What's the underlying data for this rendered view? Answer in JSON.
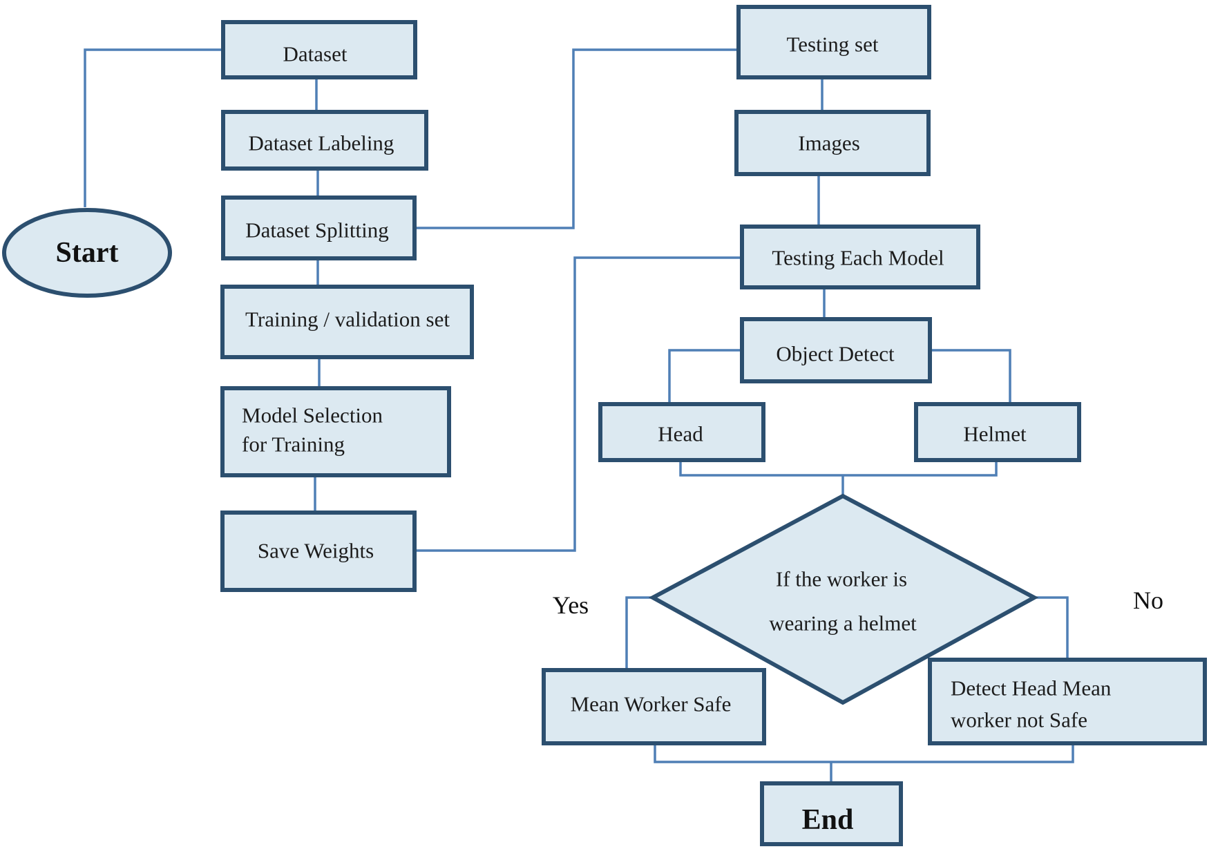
{
  "nodes": {
    "start": "Start",
    "dataset": "Dataset",
    "labeling": "Dataset Labeling",
    "splitting": "Dataset Splitting",
    "training_set": "Training / validation set",
    "model_selection": [
      "Model Selection",
      "for Training"
    ],
    "save_weights": "Save Weights",
    "testing_set": "Testing set",
    "images": "Images",
    "testing_each_model": "Testing Each Model",
    "object_detect": "Object Detect",
    "head": "Head",
    "helmet": "Helmet",
    "decision": [
      "If the worker is",
      "wearing a helmet"
    ],
    "safe": "Mean Worker Safe",
    "not_safe": [
      "Detect Head Mean",
      "worker not Safe"
    ],
    "end": "End"
  },
  "branches": {
    "yes": "Yes",
    "no": "No"
  },
  "colors": {
    "fill": "#dce9f1",
    "border": "#2c4f6f",
    "line": "#4f7fb5"
  }
}
